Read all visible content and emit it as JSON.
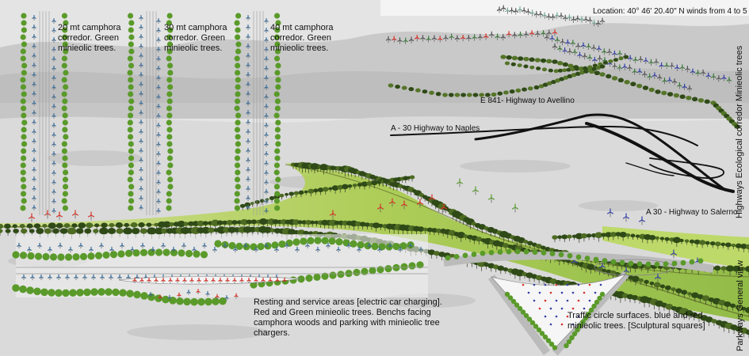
{
  "location_note": "Location: 40° 46' 20.40\" N winds from 4 to 5",
  "corridors": {
    "c20": "20 mt camphora corredor. Green minieolic trees.",
    "c30": "30 mt camphora corredor. Green minieolic trees.",
    "c40": "40 mt camphora corredor.  Green minieolic trees."
  },
  "highways": {
    "avellino": "E 841- Highway to Avellino",
    "naples": "A - 30 Highway to Naples",
    "salerno": "A 30 - Highway to Salerno"
  },
  "side_labels": {
    "upper": "Highways  Ecological corredor  Minieolic trees",
    "lower": "Parkways General view"
  },
  "captions": {
    "resting": "Resting and service areas [electric car charging]. Red and Green minieolic trees. Benchs facing camphora woods and parking with minieolic tree chargers.",
    "traffic": "Traffic circle surfaces. blue and red minieolic trees. [Sculptural squares]"
  },
  "colors": {
    "tree_green": "#5a9a2a",
    "grass": "#b7d35a",
    "road": "#111111",
    "red_tree": "#d6332a",
    "blue_tree": "#3440a8"
  }
}
